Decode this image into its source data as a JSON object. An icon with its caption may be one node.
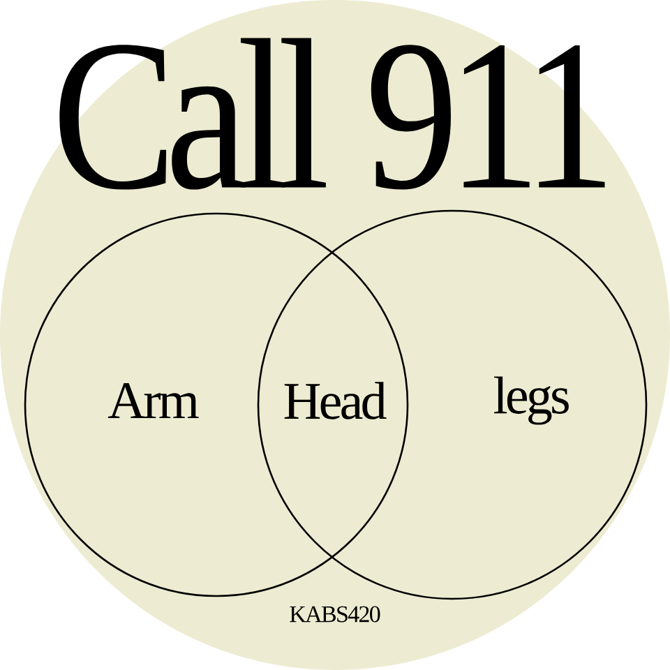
{
  "diagram": {
    "title": "Call 911",
    "nodes": [
      {
        "text": [
          "Arm"
        ]
      },
      {
        "text": [
          "legs"
        ]
      }
    ],
    "labels": [
      "Head",
      "KABS420"
    ]
  }
}
